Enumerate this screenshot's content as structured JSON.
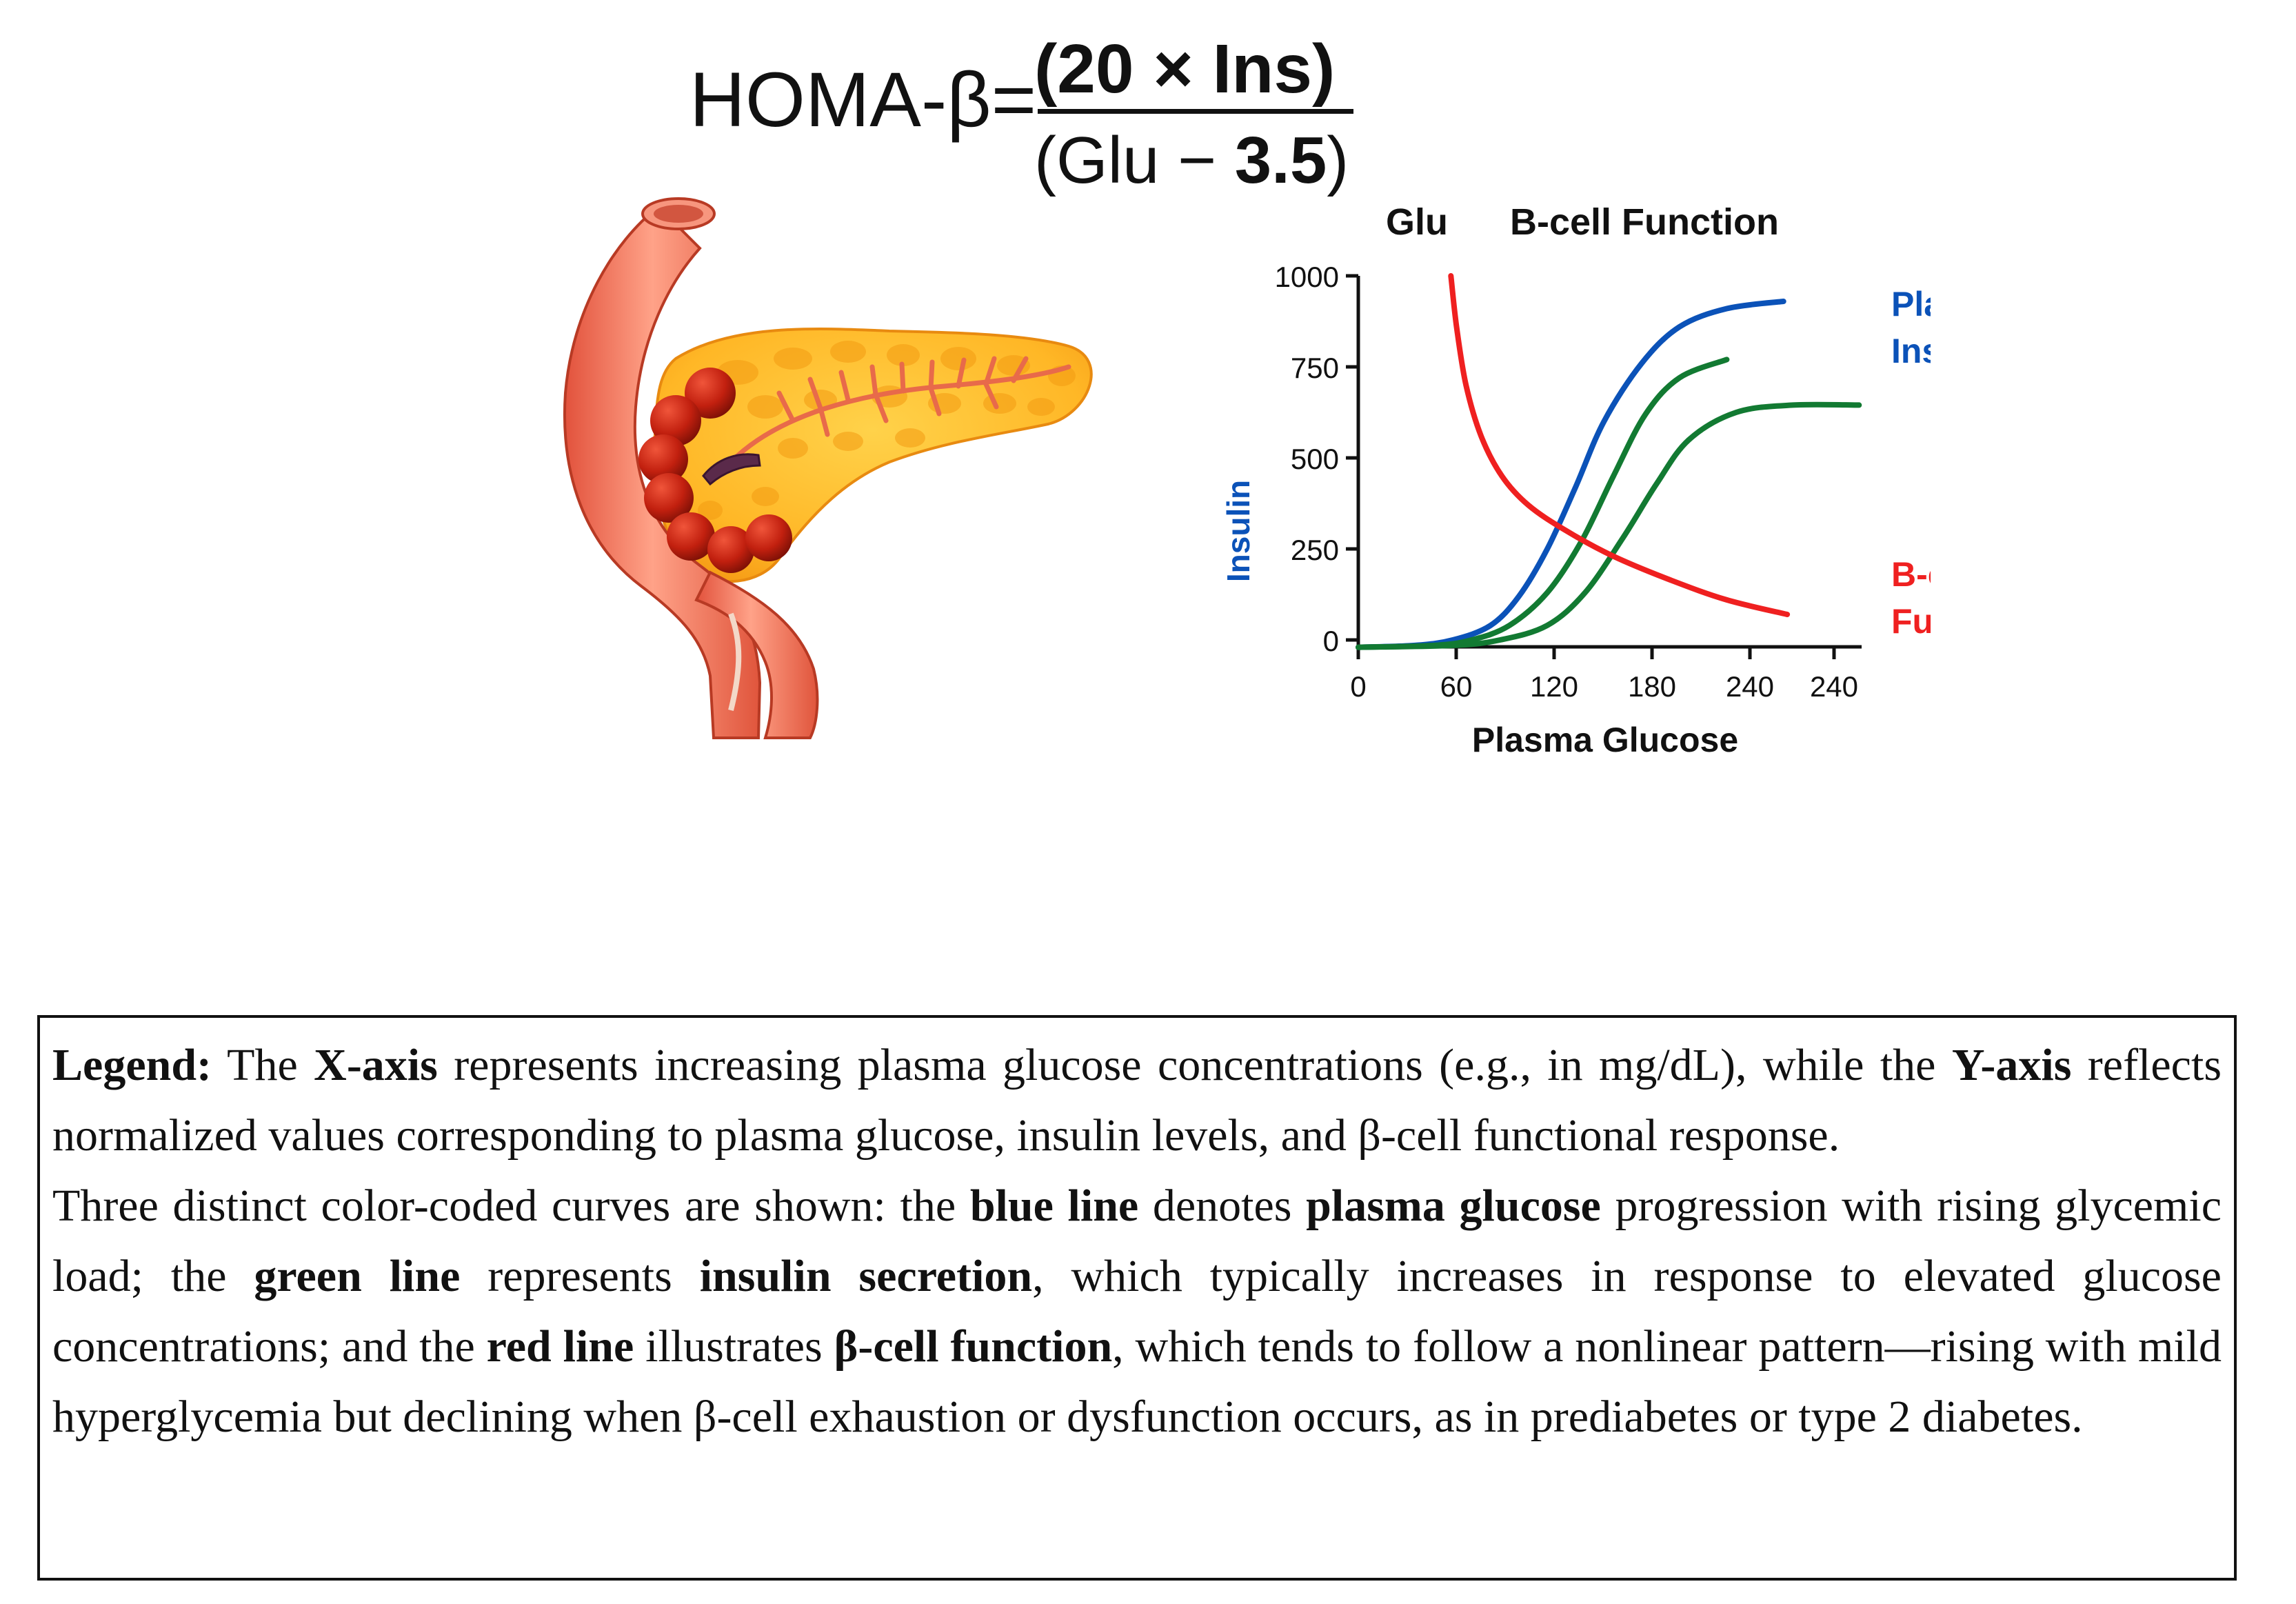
{
  "formula": {
    "lhs": "HOMA-β=",
    "numerator": "(20 × Ins)",
    "denominator_open": "(Glu − ",
    "denominator_bold": "3.5",
    "denominator_close": ")"
  },
  "chart_data": {
    "type": "line",
    "title_left": "Glu",
    "title_right": "B-cell Function",
    "xlabel": "Plasma Glucose",
    "ylabel": "Insulin",
    "x_ticks": [
      "0",
      "60",
      "120",
      "180",
      "240",
      "240"
    ],
    "y_ticks": [
      "0",
      "250",
      "500",
      "750",
      "1000"
    ],
    "ylim": [
      0,
      1000
    ],
    "grid": false,
    "colors": {
      "blue": "#0b52b8",
      "green": "#127a32",
      "red": "#ef2020"
    },
    "series": [
      {
        "color": "blue",
        "label_lines": [
          "Plasma",
          "Insulin"
        ],
        "points": [
          [
            0,
            -20
          ],
          [
            30,
            -15
          ],
          [
            50,
            0
          ],
          [
            70,
            40
          ],
          [
            85,
            120
          ],
          [
            100,
            250
          ],
          [
            115,
            420
          ],
          [
            130,
            600
          ],
          [
            150,
            760
          ],
          [
            170,
            860
          ],
          [
            195,
            910
          ],
          [
            225,
            930
          ]
        ]
      },
      {
        "color": "green",
        "label_lines": [],
        "points": [
          [
            0,
            -20
          ],
          [
            40,
            -15
          ],
          [
            60,
            0
          ],
          [
            80,
            40
          ],
          [
            100,
            130
          ],
          [
            118,
            270
          ],
          [
            135,
            450
          ],
          [
            152,
            620
          ],
          [
            170,
            720
          ],
          [
            195,
            770
          ]
        ]
      },
      {
        "color": "green",
        "label_lines": [],
        "points": [
          [
            0,
            -20
          ],
          [
            50,
            -15
          ],
          [
            75,
            0
          ],
          [
            100,
            40
          ],
          [
            120,
            130
          ],
          [
            140,
            280
          ],
          [
            158,
            430
          ],
          [
            175,
            550
          ],
          [
            200,
            625
          ],
          [
            230,
            645
          ],
          [
            265,
            645
          ]
        ]
      },
      {
        "color": "red",
        "label_lines": [
          "B-cell",
          "Function"
        ],
        "points": [
          [
            49,
            1000
          ],
          [
            52,
            860
          ],
          [
            57,
            700
          ],
          [
            65,
            560
          ],
          [
            76,
            450
          ],
          [
            90,
            370
          ],
          [
            110,
            300
          ],
          [
            135,
            230
          ],
          [
            165,
            165
          ],
          [
            195,
            110
          ],
          [
            227,
            70
          ]
        ]
      }
    ]
  },
  "legend": {
    "p1": {
      "title": "Legend:",
      "t1": " The ",
      "b1": "X-axis",
      "t2": " represents increasing plasma glucose concentrations (e.g., in mg/dL), while the ",
      "b2": "Y-axis",
      "t3": " reflects normalized values corresponding to plasma glucose, insulin levels, and β-cell functional response."
    },
    "p2": {
      "t1": "Three distinct color-coded curves are shown: the ",
      "b1": "blue line",
      "t2": " denotes ",
      "b2": "plasma glucose",
      "t3": " progression with rising glycemic load; the ",
      "b3": "green line",
      "t4": " represents ",
      "b4": "insulin secretion",
      "t5": ", which typically increases in response to elevated glucose concentrations; and the ",
      "b5": "red line",
      "t6": " illustrates ",
      "b6": "β-cell function",
      "t7": ", which tends to follow a nonlinear pattern—rising with mild hyperglycemia but declining when β-cell exhaustion or dysfunction occurs, as in prediabetes or type 2 diabetes."
    }
  }
}
